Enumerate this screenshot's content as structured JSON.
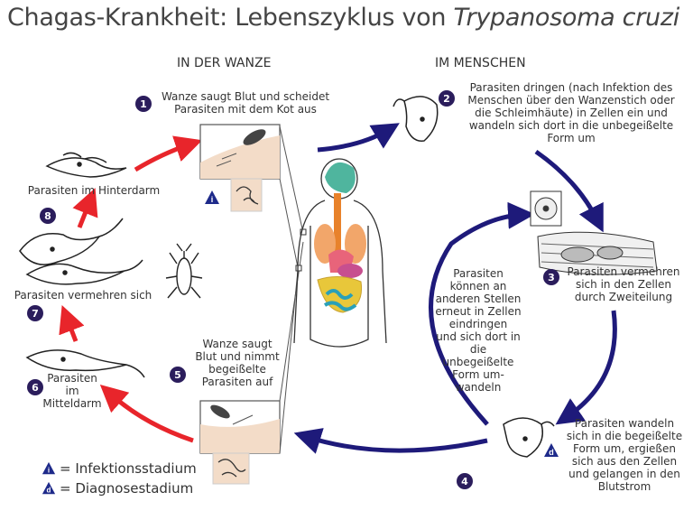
{
  "title": {
    "main": "Chagas-Krankheit: Lebenszyklus von ",
    "species": "Trypanosoma cruzi"
  },
  "sections": {
    "bug": "IN DER WANZE",
    "human": "IM MENSCHEN"
  },
  "steps": [
    {
      "num": "1",
      "text": "Wanze saugt Blut und scheidet\nParasiten mit dem Kot aus"
    },
    {
      "num": "2",
      "text": "Parasiten dringen (nach Infektion des\nMenschen über den Wanzenstich oder\ndie Schleimhäute) in Zellen ein und\nwandeln sich dort in die unbegeißelte\nForm um"
    },
    {
      "num": "3",
      "text": "Parasiten vermehren\nsich in den Zellen\ndurch Zweiteilung"
    },
    {
      "num": "4",
      "text": ""
    },
    {
      "num": "5",
      "text": "Wanze saugt\nBlut und nimmt\nbegeißelte\nParasiten auf"
    },
    {
      "num": "6",
      "text": "Parasiten\nim\nMitteldarm"
    },
    {
      "num": "7",
      "text": "Parasiten vermehren sich"
    },
    {
      "num": "8",
      "text": "Parasiten im Hinterdarm"
    }
  ],
  "step4_text": "Parasiten wandeln\nsich in die begeißelte\nForm um, ergießen\nsich aus den Zellen\nund gelangen in den\nBlutstrom",
  "center_text": "Parasiten\nkönnen an\nanderen Stellen\nerneut in Zellen\neindringen\nund sich dort in\ndie unbegeißelte\nForm um-\nwandeln",
  "legend": {
    "infection_letter": "i",
    "infection_label": "= Infektionsstadium",
    "diagnosis_letter": "d",
    "diagnosis_label": "= Diagnosestadium"
  },
  "colors": {
    "red_arrow": "#e8252b",
    "blue_arrow": "#1e1a7a",
    "number_circle": "#2b1d5c",
    "badge": "#1e2a8a",
    "skin_box": "#f3dcc8"
  }
}
